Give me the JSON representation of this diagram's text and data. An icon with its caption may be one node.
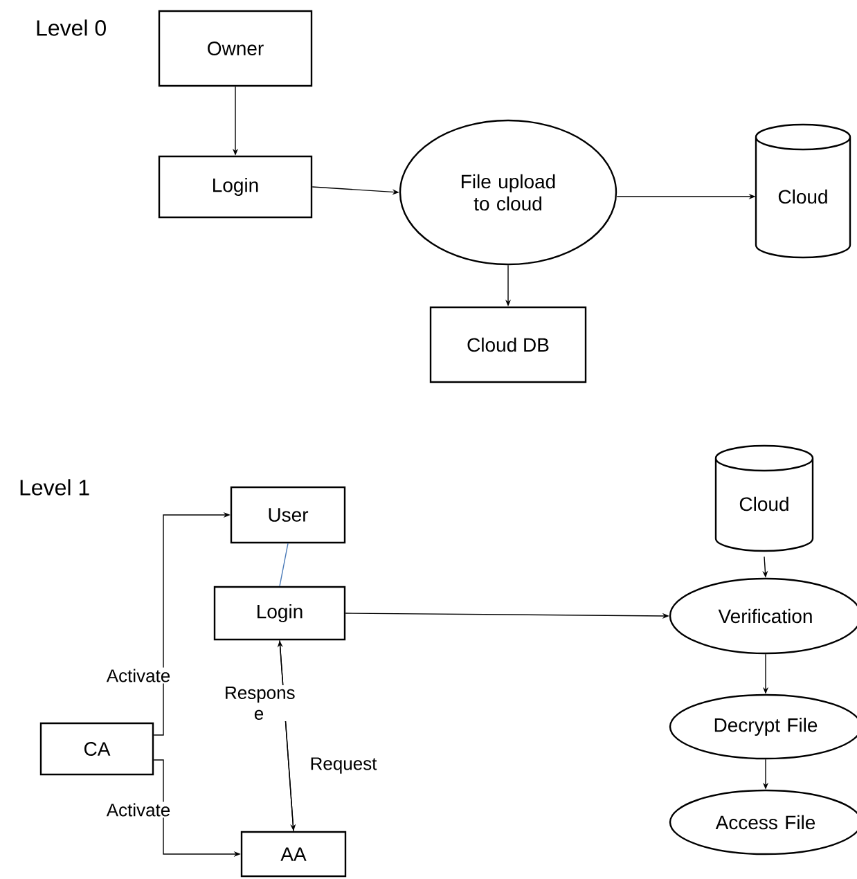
{
  "diagram": {
    "nodes": [
      {
        "text": [
          "Owner"
        ]
      },
      {
        "text": [
          "Login"
        ]
      },
      {
        "text": [
          "File upload to cloud"
        ]
      },
      {
        "text": [
          "Cloud"
        ]
      },
      {
        "text": [
          "Cloud DB"
        ]
      },
      {
        "text": [
          "User"
        ]
      },
      {
        "text": [
          "Login"
        ]
      },
      {
        "text": [
          "Cloud"
        ]
      },
      {
        "text": [
          "Verification"
        ]
      },
      {
        "text": [
          "Decrypt File"
        ]
      },
      {
        "text": [
          "Access File"
        ]
      },
      {
        "text": [
          "CA"
        ]
      },
      {
        "text": [
          "AA"
        ]
      }
    ],
    "edges": [
      {
        "from": 0,
        "to": 1,
        "arrow": "to"
      },
      {
        "from": 1,
        "to": 2,
        "arrow": "to"
      },
      {
        "from": 2,
        "to": 3,
        "arrow": "to"
      },
      {
        "from": 2,
        "to": 4,
        "arrow": "to"
      },
      {
        "from": 5,
        "to": 6,
        "arrow": "none",
        "color": "#4a7ab8"
      },
      {
        "from": 6,
        "to": 8,
        "arrow": "to"
      },
      {
        "from": 7,
        "to": 8,
        "arrow": "to"
      },
      {
        "from": 8,
        "to": 9,
        "arrow": "to"
      },
      {
        "from": 9,
        "to": 10,
        "arrow": "to"
      },
      {
        "from": 11,
        "to": 5,
        "arrow": "to",
        "label": "Activate"
      },
      {
        "from": 11,
        "to": 12,
        "arrow": "to",
        "label": "Activate"
      },
      {
        "from": 12,
        "to": 6,
        "arrow": "to",
        "label": "Respons e"
      },
      {
        "from": 6,
        "to": 12,
        "arrow": "to",
        "label": "Request"
      }
    ],
    "labels": [
      "Level 0",
      "Level 1"
    ]
  }
}
